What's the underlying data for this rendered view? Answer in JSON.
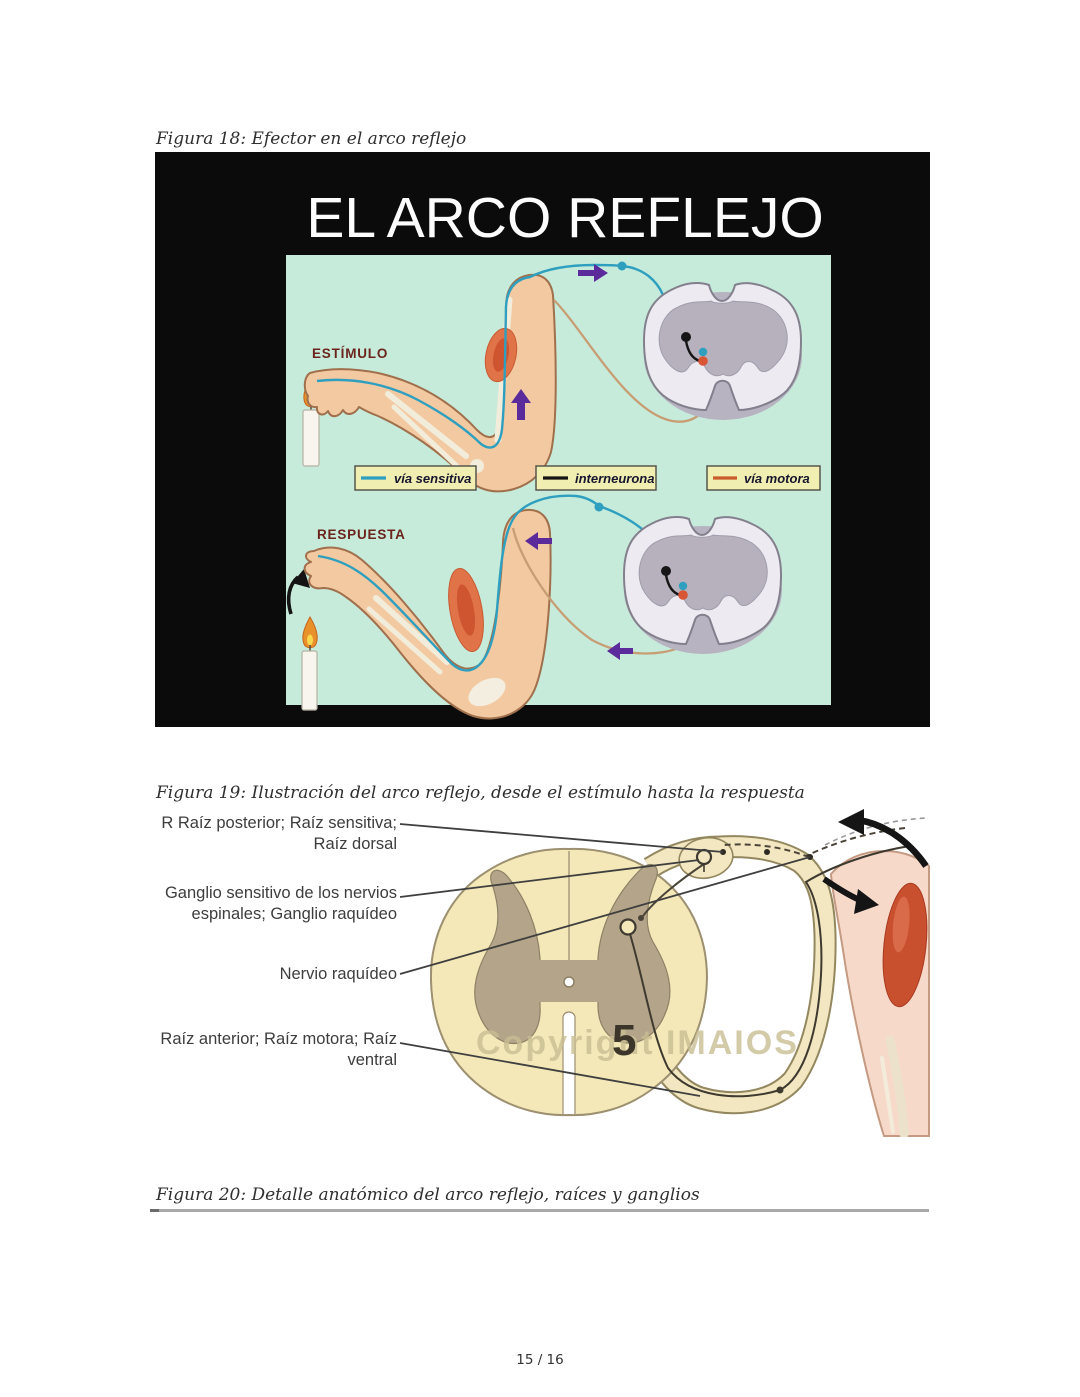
{
  "page": {
    "number": "15 / 16"
  },
  "captions": {
    "fig18": "Figura 18: Efector en el arco reflejo",
    "fig19": "Figura 19: Ilustración del arco reflejo, desde el estímulo hasta la respuesta",
    "fig20": "Figura 20: Detalle anatómico del arco reflejo, raíces y ganglios"
  },
  "figure1": {
    "title": "EL ARCO REFLEJO",
    "stimulus_label": "ESTÍMULO",
    "response_label": "RESPUESTA",
    "legend": [
      {
        "label": "vía sensitiva",
        "color": "#2f9fc0"
      },
      {
        "label": "interneurona",
        "color": "#141414"
      },
      {
        "label": "vía motora",
        "color": "#c95b2d"
      }
    ],
    "colors": {
      "frame": "#0b0b0b",
      "panel": "#c7ebda",
      "arrow": "#5b2a9b",
      "legend_box": "#f1eeb2"
    }
  },
  "figure2": {
    "labels": [
      {
        "lines": [
          "R Raíz posterior; Raíz sensitiva;",
          "Raíz dorsal"
        ]
      },
      {
        "lines": [
          "Ganglio sensitivo de los nervios",
          "espinales; Ganglio raquídeo"
        ]
      },
      {
        "lines": [
          "Nervio raquídeo"
        ]
      },
      {
        "lines": [
          "Raíz anterior; Raíz motora; Raíz",
          "ventral"
        ]
      }
    ],
    "watermark": "Copyright IMAIOS",
    "figure_mark": "5"
  }
}
